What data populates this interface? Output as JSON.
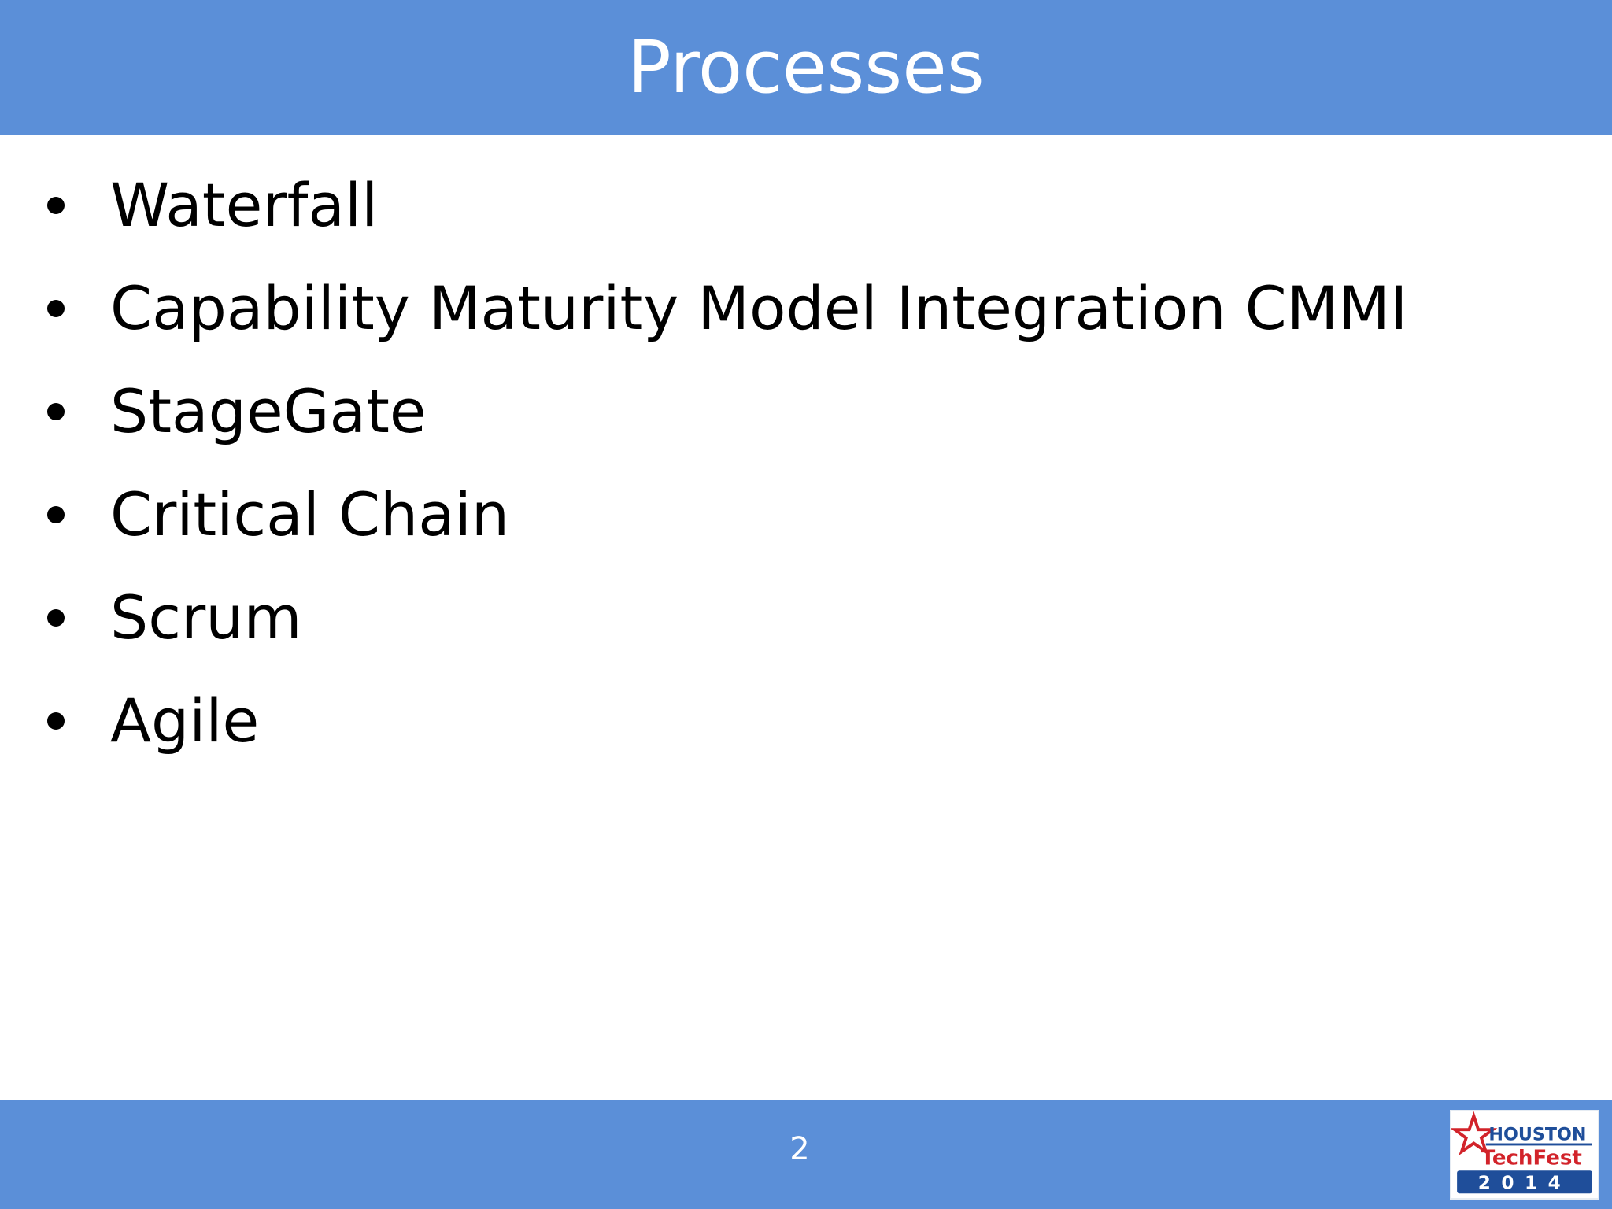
{
  "slide": {
    "title": "Processes",
    "bullets": [
      "Waterfall",
      "Capability Maturity Model Integration CMMI",
      "StageGate",
      "Critical Chain",
      "Scrum",
      "Agile"
    ],
    "page_number": "2"
  },
  "logo": {
    "line1": "HOUSTON",
    "line2": "TechFest",
    "line3": "2014"
  },
  "colors": {
    "bar": "#5b8fd8",
    "title_text": "#ffffff",
    "body_text": "#000000",
    "logo_red": "#d2232a",
    "logo_blue": "#1f4e9a"
  }
}
